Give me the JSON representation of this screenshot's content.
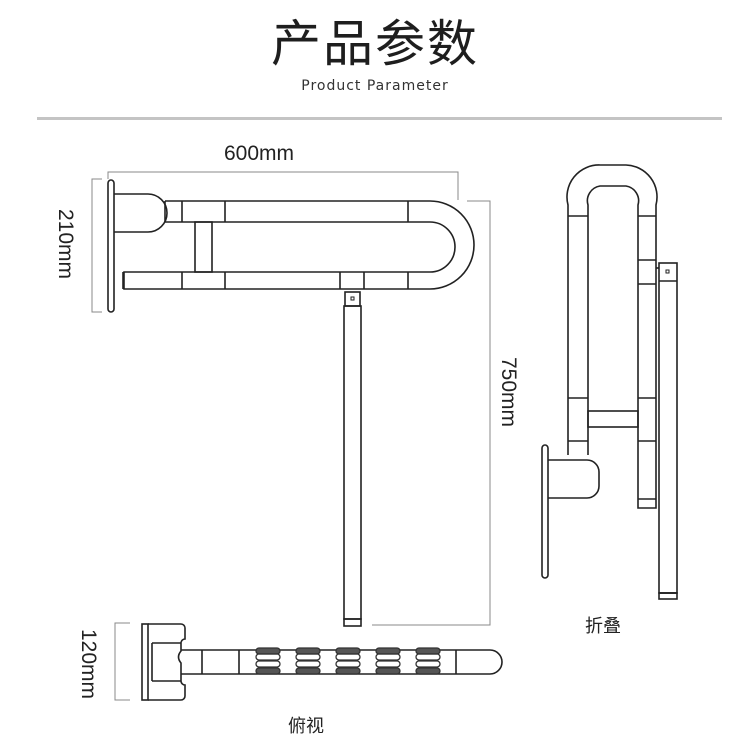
{
  "header": {
    "title": "产品参数",
    "subtitle": "Product Parameter"
  },
  "dimensions": {
    "width": "600mm",
    "height_wall": "210mm",
    "height_total": "750mm",
    "depth": "120mm"
  },
  "captions": {
    "folded_view": "折叠",
    "top_view": "俯视"
  },
  "colors": {
    "line": "#222222",
    "dimension_line": "#888888",
    "divider": "#c4c4c4",
    "grip": "#555555"
  }
}
